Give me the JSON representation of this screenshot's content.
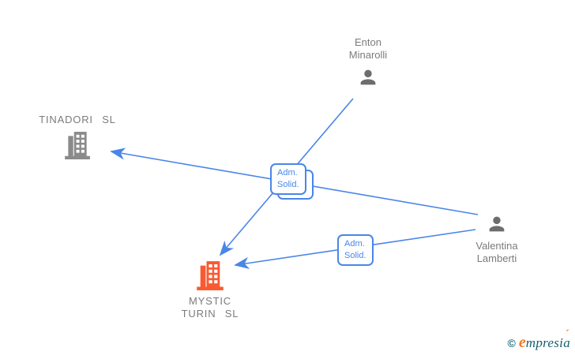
{
  "diagram": {
    "nodes": [
      {
        "id": "enton-minarolli",
        "type": "person",
        "label_line1": "Enton",
        "label_line2": "Minarolli"
      },
      {
        "id": "tinadori-sl",
        "type": "company",
        "label_line1": "TINADORI SL"
      },
      {
        "id": "mystic-turin-sl",
        "type": "company",
        "label_line1": "MYSTIC",
        "label_line2": "TURIN SL",
        "highlighted": true
      },
      {
        "id": "valentina-lamberti",
        "type": "person",
        "label_line1": "Valentina",
        "label_line2": "Lamberti"
      }
    ],
    "edges": [
      {
        "from": "Enton Minarolli",
        "to": "MYSTIC TURIN SL",
        "label_line1": "Adm.",
        "label_line2": "Solid."
      },
      {
        "from": "Valentina Lamberti",
        "to": "TINADORI SL",
        "label_line1": "Adm.",
        "label_line2": "Solid."
      },
      {
        "from": "Valentina Lamberti",
        "to": "MYSTIC TURIN SL",
        "label_line1": "Adm.",
        "label_line2": "Solid."
      }
    ],
    "colors": {
      "edge_blue": "#4a86e8",
      "company_gray": "#8a8a8a",
      "person_gray": "#6d6d6d",
      "label_gray": "#7b7b7b",
      "highlight_orange": "#fa5a32"
    }
  },
  "footer": {
    "copyright_symbol": "©",
    "brand_initial": "e",
    "brand_rest": "mpresia",
    "brand_accent": "´"
  }
}
